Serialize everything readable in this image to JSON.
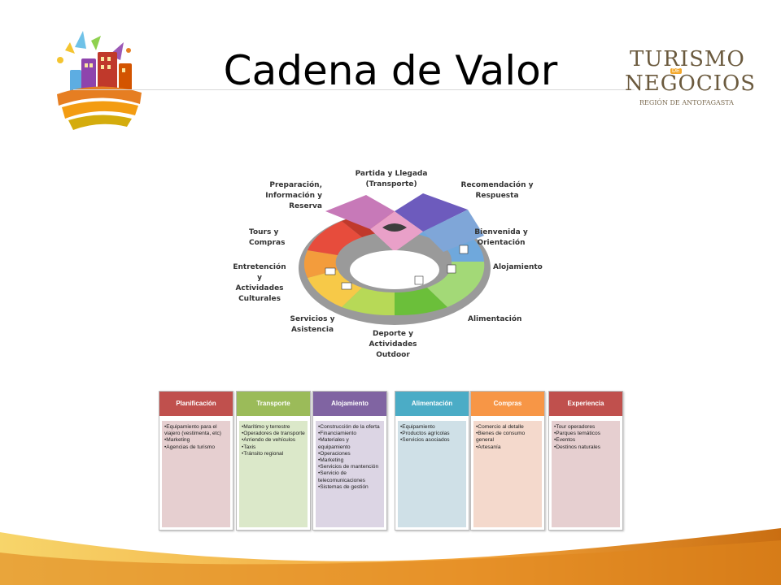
{
  "title": "Cadena de Valor",
  "brand": {
    "line1": "TURISMO",
    "de": "DE",
    "line2": "NEGOCIOS",
    "line3": "REGIÓN DE ANTOFAGASTA"
  },
  "wheel": {
    "labels": {
      "partida": "Partida y Llegada\n(Transporte)",
      "recomendacion": "Recomendación y\nRespuesta",
      "bienvenida": "Bienvenida y\nOrientación",
      "alojamiento": "Alojamiento",
      "alimentacion": "Alimentación",
      "deporte": "Deporte y\nActividades\nOutdoor",
      "servicios": "Servicios y\nAsistencia",
      "entretencion": "Entretención y\nActividades\nCulturales",
      "tours": "Tours y Compras",
      "preparacion": "Preparación,\nInformación y\nReserva"
    }
  },
  "columns": [
    {
      "header": "Planificación",
      "color": "#c0504d",
      "body_color": "#e6cfd0",
      "items": [
        "•Equipamiento para el viajero (vestimenta, etc)",
        "•Marketing",
        "•Agencias de turismo"
      ]
    },
    {
      "header": "Transporte",
      "color": "#9bbb59",
      "body_color": "#dbe8c9",
      "items": [
        "•Marítimo y terrestre",
        "•Operadores de transporte",
        "•Arriendo de vehículos",
        "•Taxis",
        "•Tránsito regional"
      ]
    },
    {
      "header": "Alojamiento",
      "color": "#8064a2",
      "body_color": "#dcd5e4",
      "items": [
        "•Construcción de la oferta",
        "•Financiamiento",
        "•Materiales y equipamiento",
        "•Operaciones",
        "•Marketing",
        "•Servicios de mantención",
        "•Servicio de telecomunicaciones",
        "•Sistemas de gestión"
      ]
    },
    {
      "header": "Alimentación",
      "color": "#4bacc6",
      "body_color": "#cfe0e7",
      "items": [
        "•Equipamiento",
        "•Productos agrícolas",
        "•Servicios asociados"
      ]
    },
    {
      "header": "Compras",
      "color": "#f79646",
      "body_color": "#f4d9cc",
      "items": [
        "•Comercio al detalle",
        "•Bienes de consumo general",
        "•Artesanía"
      ]
    },
    {
      "header": "Experiencia",
      "color": "#c0504d",
      "body_color": "#e6cfd0",
      "items": [
        "•Tour operadores",
        "•Parques temáticos",
        "•Eventos",
        "•Destinos naturales"
      ]
    }
  ]
}
